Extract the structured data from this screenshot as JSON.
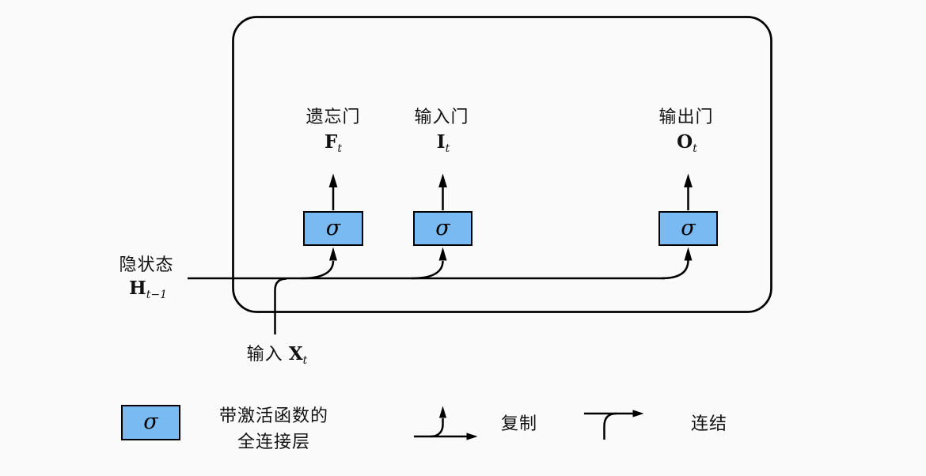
{
  "colors": {
    "background": "#fafafa",
    "box_fill": "#7abaf2",
    "box_border": "#000000",
    "line": "#000000"
  },
  "gates": [
    {
      "name": "遗忘门",
      "var": "F",
      "var_sub": "t",
      "activation": "σ"
    },
    {
      "name": "输入门",
      "var": "I",
      "var_sub": "t",
      "activation": "σ"
    },
    {
      "name": "输出门",
      "var": "O",
      "var_sub": "t",
      "activation": "σ"
    }
  ],
  "hidden_state": {
    "label": "隐状态",
    "var": "H",
    "var_sub": "t−1"
  },
  "input": {
    "label": "输入",
    "var": "X",
    "var_sub": "t"
  },
  "legend": {
    "fc_symbol": "σ",
    "fc_label_line1": "带激活函数的",
    "fc_label_line2": "全连接层",
    "copy_label": "复制",
    "concat_label": "连结"
  }
}
